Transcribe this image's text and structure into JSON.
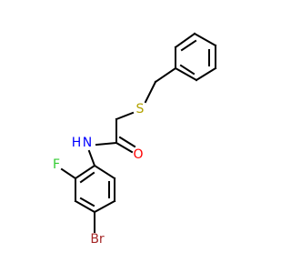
{
  "molecule": {
    "atoms": {
      "sulfur": {
        "symbol": "S",
        "color": "#b2a200"
      },
      "nitrogen": {
        "symbol": "N",
        "color": "#0000ff"
      },
      "oxygen": {
        "symbol": "O",
        "color": "#ff0000"
      },
      "fluorine": {
        "symbol": "F",
        "color": "#33cc33"
      },
      "bromine": {
        "symbol": "Br",
        "color": "#a62929"
      },
      "hydrogen": {
        "symbol": "H",
        "color": "#0000ff"
      }
    },
    "bond_color": "#000000"
  }
}
